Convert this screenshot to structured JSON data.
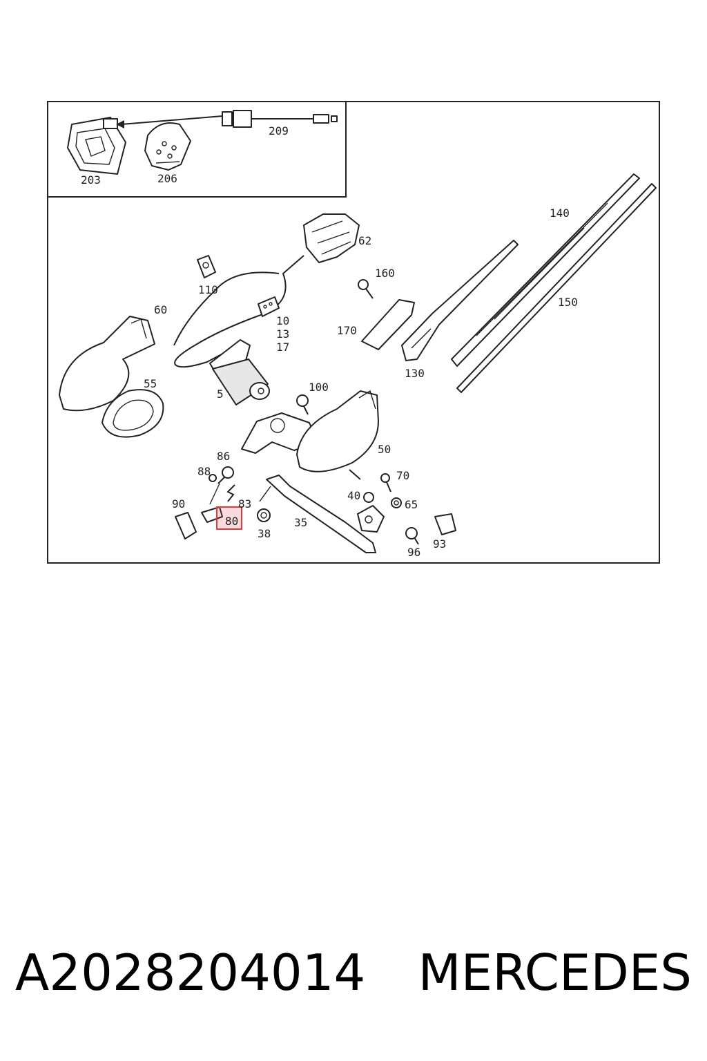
{
  "diagram": {
    "callouts": {
      "c203": "203",
      "c206": "206",
      "c209": "209",
      "c62": "62",
      "c110": "110",
      "c160": "160",
      "c140": "140",
      "c150": "150",
      "c60": "60",
      "c10": "10",
      "c13": "13",
      "c17": "17",
      "c170": "170",
      "c130": "130",
      "c55": "55",
      "c5": "5",
      "c100": "100",
      "c50": "50",
      "c86": "86",
      "c88": "88",
      "c70": "70",
      "c90": "90",
      "c83": "83",
      "c40": "40",
      "c65": "65",
      "c80": "80",
      "c38": "38",
      "c35": "35",
      "c96": "96",
      "c93": "93"
    },
    "highlighted_callout": "80",
    "highlight_color": "#e03a3a"
  },
  "caption": {
    "part_number": "A2028204014",
    "brand": "MERCEDES"
  }
}
